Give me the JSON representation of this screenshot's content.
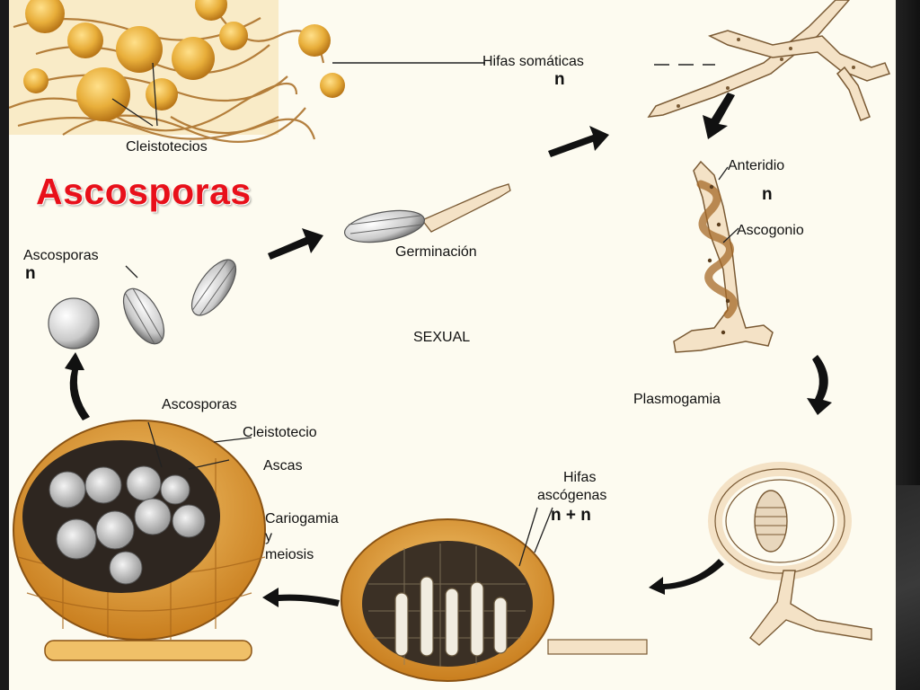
{
  "title": "Ascosporas",
  "labels": {
    "hifas_somaticas": "Hifas somáticas",
    "hifas_somaticas_n": "n",
    "cleistotecios": "Cleistotecios",
    "anteridio": "Anteridio",
    "anteridio_n": "n",
    "ascogonio": "Ascogonio",
    "germinacion": "Germinación",
    "ascosporas_left": "Ascosporas",
    "ascosporas_left_n": "n",
    "sexual": "SEXUAL",
    "plasmogamia": "Plasmogamia",
    "ascosporas_bottom": "Ascosporas",
    "cleistotecio": "Cleistotecio",
    "ascas": "Ascas",
    "cariogamia_1": "Cariogamia",
    "cariogamia_2": "y",
    "cariogamia_3": "meiosis",
    "hifas_ascogenas_1": "Hifas",
    "hifas_ascogenas_2": "ascógenas",
    "hifas_ascogenas_n": "n + n"
  },
  "colors": {
    "title_red": "#e8101a",
    "panel_bg": "#fdfbf0",
    "frame": "#1a1a1a",
    "cleistothecium_orange": "#e8a23c",
    "hyphae_tan": "#f3dfc2",
    "arrow_black": "#111111"
  }
}
